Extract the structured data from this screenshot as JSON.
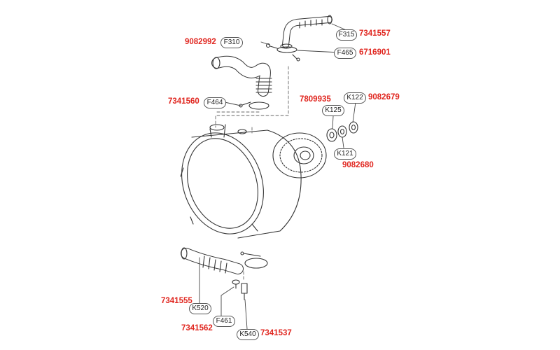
{
  "colors": {
    "part_number": "#e0261f",
    "line": "#333333",
    "fill": "#ffffff"
  },
  "icons": [
    "drain-hose",
    "inlet-hose",
    "tub",
    "bearing",
    "seal",
    "clamp",
    "sensor"
  ],
  "callouts": {
    "c9082992": {
      "part": "9082992",
      "code": "F310"
    },
    "c7341557": {
      "part": "7341557",
      "code": "F315"
    },
    "c6716901": {
      "part": "6716901",
      "code": "F465"
    },
    "c7341560": {
      "part": "7341560",
      "code": "F464"
    },
    "c7809935": {
      "part": "7809935",
      "code": "K125"
    },
    "c9082679": {
      "part": "9082679",
      "code": "K122"
    },
    "c9082680": {
      "part": "9082680",
      "code": "K121"
    },
    "c7341555": {
      "part": "7341555",
      "code": "K520"
    },
    "c7341562": {
      "part": "7341562",
      "code": "F461"
    },
    "c7341537": {
      "part": "7341537",
      "code": "K540"
    }
  }
}
